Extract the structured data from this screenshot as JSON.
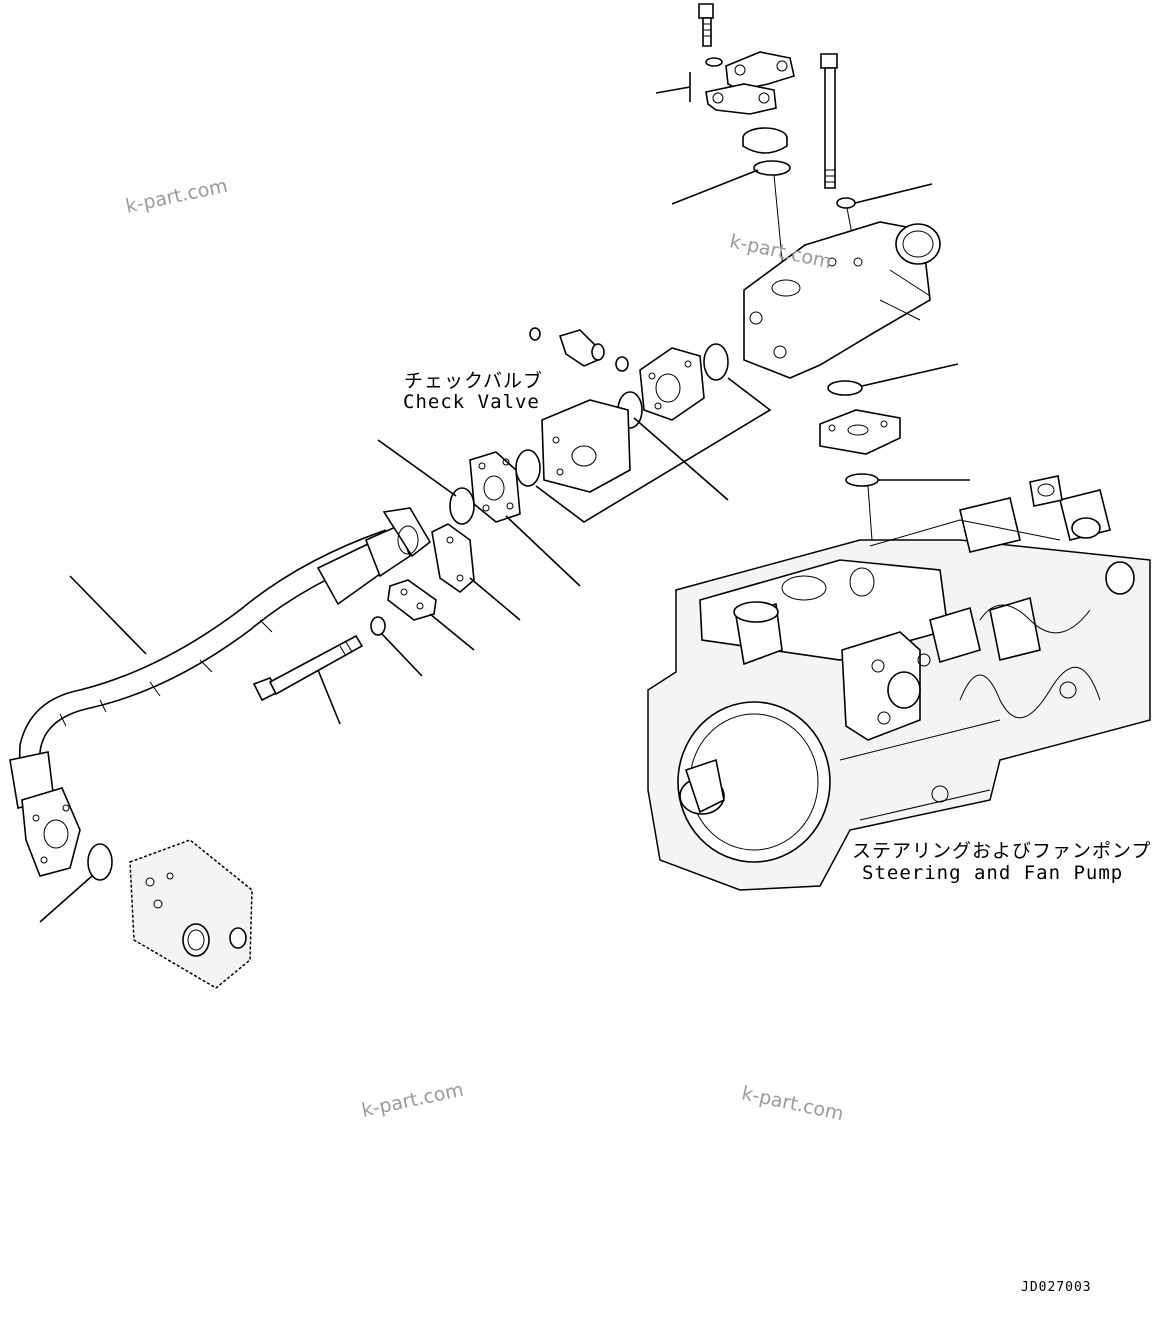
{
  "labels": {
    "check_valve_jp": "チェックバルブ",
    "check_valve_en": "Check Valve",
    "pump_jp": "ステアリングおよびファンポンプ",
    "pump_en": "Steering and Fan Pump"
  },
  "watermarks": [
    "k-part.com",
    "k-part.com",
    "k-part.com",
    "k-part.com"
  ],
  "drawing_code": "JD027003"
}
